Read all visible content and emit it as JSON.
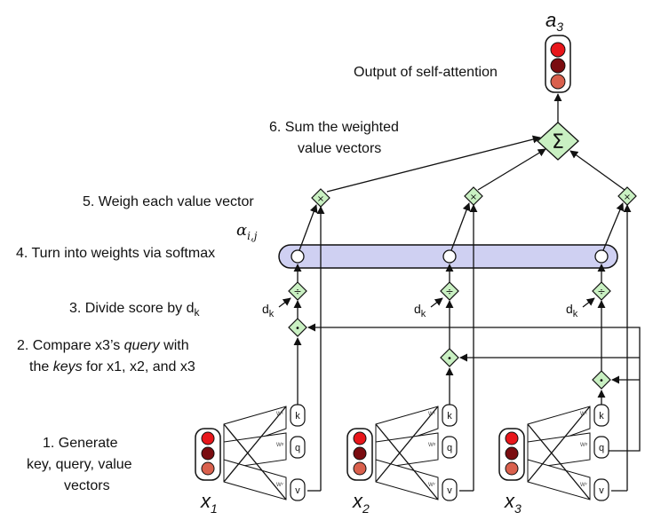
{
  "steps": {
    "step1_line1": "1. Generate",
    "step1_line2": "key, query, value",
    "step1_line3": "vectors",
    "step2_line1_a": "2. Compare x3’s ",
    "step2_line1_query": "query",
    "step2_line1_b": " with",
    "step2_line2_a": "the ",
    "step2_line2_keys": "keys",
    "step2_line2_b": " for x1, x2, and x3",
    "step3": "3. Divide score by d",
    "step3_sub": "k",
    "step4": "4. Turn into weights via softmax",
    "step5": "5. Weigh each value vector",
    "step6_line1": "6. Sum the weighted",
    "step6_line2": "value vectors"
  },
  "output_label": "Output of self-attention",
  "alpha_label": "α",
  "alpha_sub": "i,j",
  "output_vector": {
    "name": "a",
    "sub": "3"
  },
  "inputs": [
    {
      "name": "x",
      "sub": "1"
    },
    {
      "name": "x",
      "sub": "2"
    },
    {
      "name": "x",
      "sub": "3"
    }
  ],
  "kqv_labels": {
    "k": "k",
    "q": "q",
    "v": "v"
  },
  "weight_labels": {
    "k": "Wᵏ",
    "q": "Wᵠ",
    "v": "Wᵛ"
  },
  "dk": {
    "main": "d",
    "sub": "k"
  },
  "operators": {
    "sum": "Σ",
    "mult": "×",
    "div": "÷",
    "dot": "•"
  },
  "colors": {
    "vector_top": "#e8161b",
    "vector_mid": "#7a0c10",
    "vector_bottom": "#d9604d",
    "diamond": "#c9f0c2",
    "softmax_bar": "#cfd0f2"
  }
}
